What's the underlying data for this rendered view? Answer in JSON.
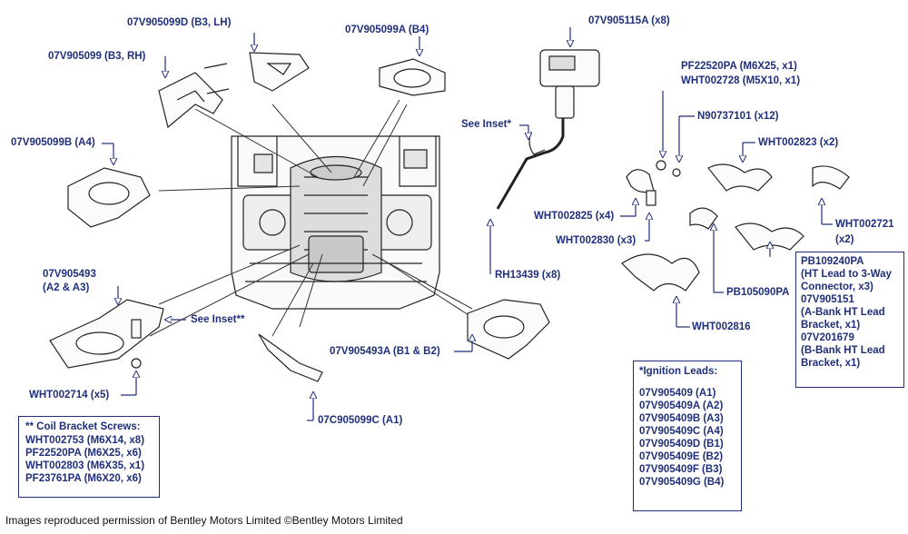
{
  "labels": {
    "b3_lh": "07V905099D (B3, LH)",
    "b4": "07V905099A (B4)",
    "coil": "07V905115A (x8)",
    "b3_rh": "07V905099 (B3, RH)",
    "pf_m6": "PF22520PA (M6X25, x1)",
    "wht_m5": "WHT002728 (M5X10, x1)",
    "see_inset_1": "See Inset*",
    "n907": "N90737101 (x12)",
    "a4": "07V905099B (A4)",
    "wht2823": "WHT002823 (x2)",
    "wht2825": "WHT002825 (x4)",
    "wht2721": "WHT002721",
    "wht2721_qty": "(x2)",
    "wht2830": "WHT002830 (x3)",
    "a2a3_1": "07V905493",
    "a2a3_2": "(A2 & A3)",
    "rh13439": "RH13439 (x8)",
    "see_inset_2": "See Inset**",
    "pb105090": "PB105090PA",
    "b1b2": "07V905493A (B1 & B2)",
    "wht2816": "WHT002816",
    "wht2714": "WHT002714 (x5)",
    "a1": "07C905099C (A1)"
  },
  "pb_box": [
    "PB109240PA",
    "(HT Lead to 3-Way",
    "Connector, x3)",
    "07V905151",
    "(A-Bank HT Lead",
    "Bracket, x1)",
    "07V201679",
    "(B-Bank HT Lead",
    "Bracket, x1)"
  ],
  "ignition_box": {
    "title": "*Ignition Leads:",
    "items": [
      "07V905409 (A1)",
      "07V905409A (A2)",
      "07V905409B (A3)",
      "07V905409C (A4)",
      "07V905409D (B1)",
      "07V905409E (B2)",
      "07V905409F (B3)",
      "07V905409G (B4)"
    ]
  },
  "screws_box": {
    "title": "** Coil Bracket Screws:",
    "items": [
      "WHT002753 (M6X14, x8)",
      "PF22520PA (M6X25, x6)",
      "WHT002803 (M6X35, x1)",
      "PF23761PA (M6X20, x6)"
    ]
  },
  "footer": "Images reproduced permission of Bentley Motors Limited ©Bentley Motors Limited",
  "colors": {
    "label": "#1f2f7a",
    "line": "#222222"
  }
}
